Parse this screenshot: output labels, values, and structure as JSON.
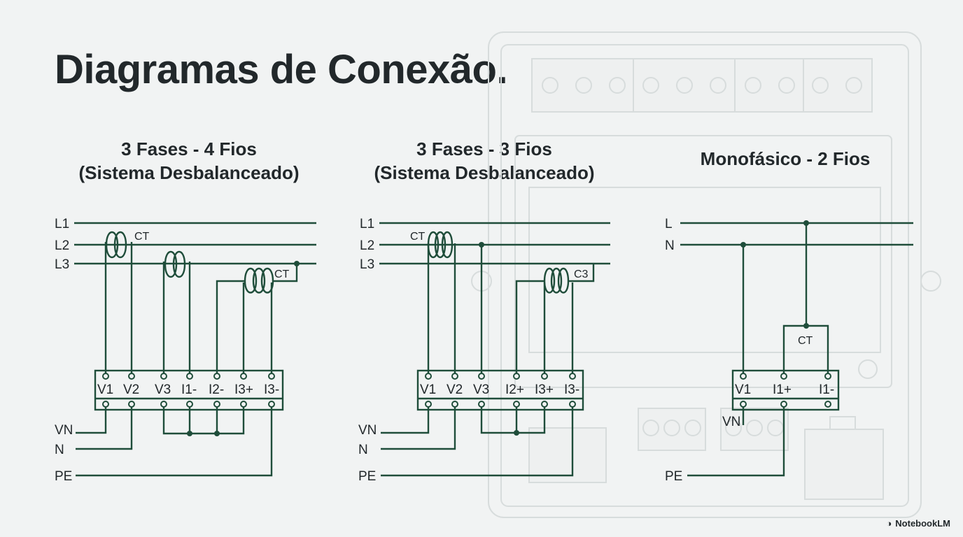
{
  "title": "Diagramas de Conexão.",
  "panels": [
    {
      "title_line1": "3 Fases - 4 Fios",
      "title_line2": "(Sistema Desbalanceado)",
      "lines": [
        "L1",
        "L2",
        "L3"
      ],
      "terminals": [
        "V1",
        "V2",
        "V3",
        "I1-",
        "I2-",
        "I3+",
        "I3-"
      ],
      "bottom_labels": [
        "VN",
        "N",
        "PE"
      ],
      "ct_labels": [
        "CT",
        "CT"
      ]
    },
    {
      "title_line1": "3 Fases - 3 Fios",
      "title_line2": "(Sistema Desbalanceado)",
      "lines": [
        "L1",
        "L2",
        "L3"
      ],
      "terminals": [
        "V1",
        "V2",
        "V3",
        "I2+",
        "I3+",
        "I3-"
      ],
      "bottom_labels": [
        "VN",
        "N",
        "PE"
      ],
      "ct_labels": [
        "CT",
        "C3"
      ]
    },
    {
      "title_line1": "Monofásico - 2 Fios",
      "lines": [
        "L",
        "N"
      ],
      "terminals": [
        "V1",
        "I1+",
        "I1-"
      ],
      "bottom_labels": [
        "VN",
        "PE"
      ],
      "ct_labels": [
        "CT"
      ]
    }
  ],
  "brand": "NotebookLM",
  "colors": {
    "wire": "#1f4d3a",
    "background": "#f1f3f3",
    "text": "#22282b"
  }
}
